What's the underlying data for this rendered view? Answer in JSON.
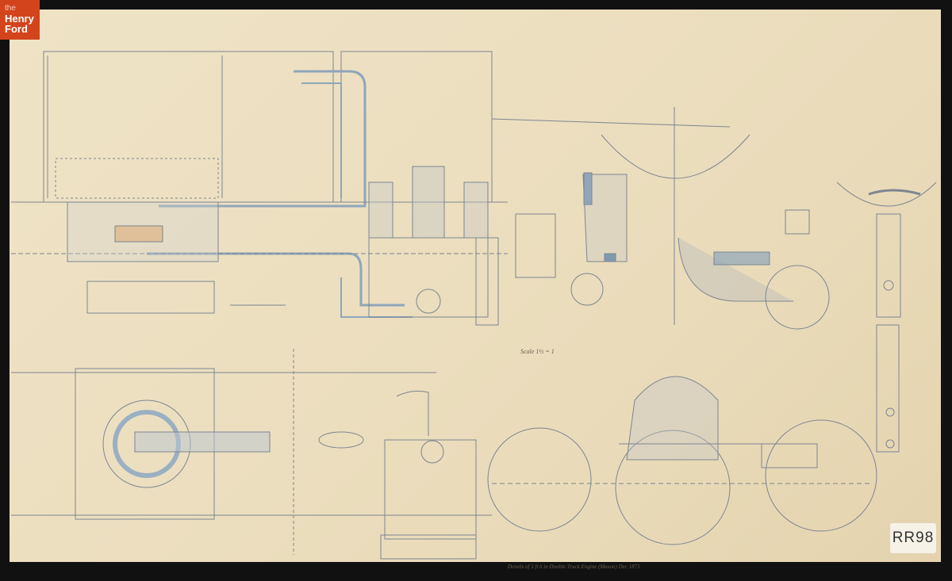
{
  "logo": {
    "line1": "the",
    "line2": "Henry",
    "line3": "Ford",
    "color": "#d4441c"
  },
  "label_tag": "RR98",
  "scale_note": "Scale 1½ = 1",
  "caption": "Details of 5 ft 6 in Double Truck Engine (Mason) Dec 1873",
  "colors": {
    "paper": "#ecdfc0",
    "ink": "#7a7f88",
    "wash_blue": "#9fb4c6",
    "wash_grey": "#b8b8b8"
  }
}
